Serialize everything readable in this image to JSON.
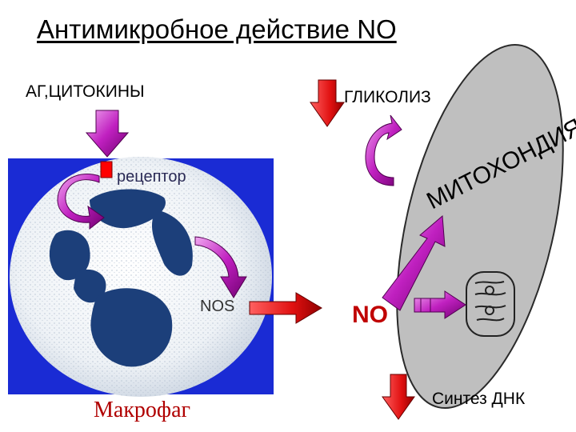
{
  "title": "Антимикробное действие NO",
  "labels": {
    "stimulus": "АГ,ЦИТОКИНЫ",
    "glycolysis": "ГЛИКОЛИЗ",
    "receptor": "рецептор",
    "nos": "NOS",
    "no": "NO",
    "macrophage": "Макрофаг",
    "mitochondria": "МИТОХОНДИЯ",
    "dna_synthesis": "Синтез ДНК"
  },
  "colors": {
    "arrow_magenta": "#b000b0",
    "arrow_red": "#e01010",
    "cell_background": "#1a2bd4",
    "nucleus": "#1c3f7a",
    "mitochondrion_fill": "#bfbfbf",
    "no_text": "#c00000",
    "macrophage_text": "#b00000"
  }
}
